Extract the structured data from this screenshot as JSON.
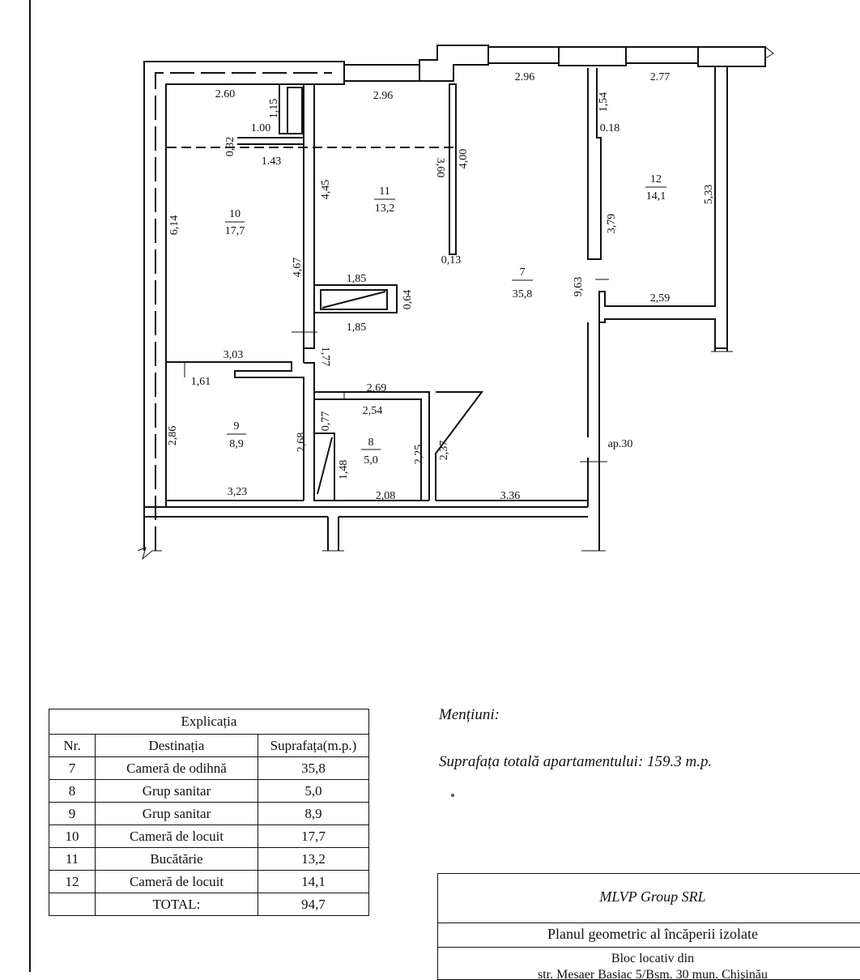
{
  "rooms": [
    {
      "id": "10",
      "area": "17,7"
    },
    {
      "id": "11",
      "area": "13,2"
    },
    {
      "id": "12",
      "area": "14,1"
    },
    {
      "id": "7",
      "area": "35,8"
    },
    {
      "id": "9",
      "area": "8,9"
    },
    {
      "id": "8",
      "area": "5,0"
    }
  ],
  "dimensions": {
    "d260": "2.60",
    "d115": "1,15",
    "d100": "1.00",
    "d296a": "2.96",
    "d296b": "2.96",
    "d277": "2.77",
    "d154": "1,54",
    "d018": "0.18",
    "d032": "0,32",
    "d143": "1.43",
    "d445": "4,45",
    "d360": "3,60",
    "d400": "4,00",
    "d533": "5,33",
    "d614": "6,14",
    "d379": "3,79",
    "d467": "4,67",
    "d013": "0,13",
    "d185a": "1,85",
    "d064": "0,64",
    "d963": "9,63",
    "d259": "2,59",
    "d185b": "1,85",
    "d177": "1,77",
    "d303": "3,03",
    "d161": "1,61",
    "d269": "2,69",
    "d254": "2,54",
    "d077": "0,77",
    "d286": "2,86",
    "d268": "2,68",
    "d225": "2,25",
    "d237": "2,37",
    "d148": "1,48",
    "d323": "3,23",
    "d208": "2,08",
    "d336": "3.36",
    "ap": "ap.30"
  },
  "legend": {
    "caption": "Explicația",
    "headers": [
      "Nr.",
      "Destinația",
      "Suprafața(m.p.)"
    ],
    "rows": [
      [
        "7",
        "Cameră de odihnă",
        "35,8"
      ],
      [
        "8",
        "Grup sanitar",
        "5,0"
      ],
      [
        "9",
        "Grup sanitar",
        "8,9"
      ],
      [
        "10",
        "Cameră de locuit",
        "17,7"
      ],
      [
        "11",
        "Bucătărie",
        "13,2"
      ],
      [
        "12",
        "Cameră de locuit",
        "14,1"
      ]
    ],
    "total_label": "TOTAL:",
    "total_value": "94,7"
  },
  "notes": {
    "title": "Mențiuni:",
    "total_area": "Suprafața totală apartamentului: 159.3 m.p."
  },
  "stamp": {
    "company": "MLVP Group SRL",
    "plan_title": "Planul geometric al încăperii izolate",
    "building": "Bloc locativ din",
    "address": "str. Mesaer Basiac 5/Bsm. 30 mun. Chişinău"
  }
}
